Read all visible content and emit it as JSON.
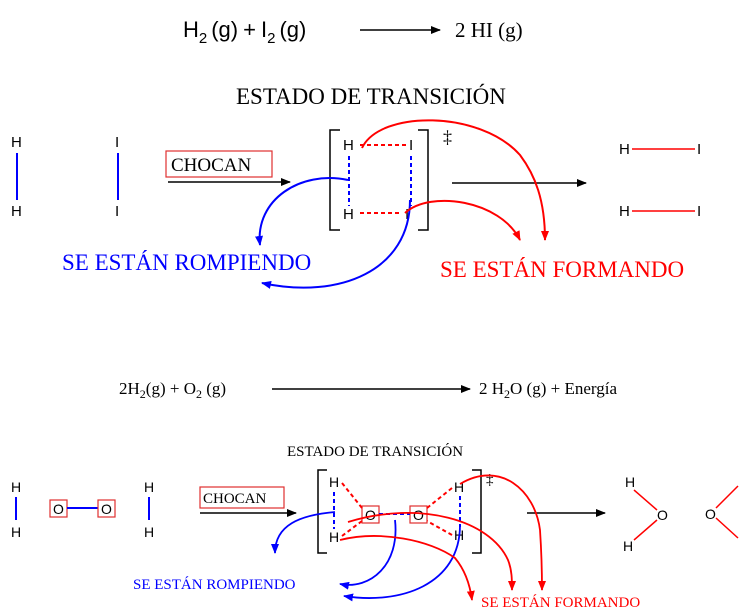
{
  "colors": {
    "black": "#000000",
    "blue": "#0000ff",
    "red": "#ff0000"
  },
  "reaction1": {
    "reactants": {
      "a_base": "H",
      "a_sub": "2",
      "a_phase": "(g)",
      "plus": "+",
      "b_base": "I",
      "b_sub": "2",
      "b_phase": "(g)"
    },
    "product": "2 HI (g)",
    "ts_title": "ESTADO DE TRANSICIÓN",
    "chocan_label": "CHOCAN",
    "breaking_label": "SE ESTÁN ROMPIENDO",
    "forming_label": "SE ESTÁN FORMANDO",
    "dagger": "‡",
    "atoms": {
      "h": "H",
      "i": "I"
    }
  },
  "reaction2": {
    "equation": {
      "coef1": "2H",
      "sub1": "2",
      "phase1": "(g) + O",
      "sub2": "2",
      "phase2": " (g)",
      "product_coef": "2 H",
      "product_sub": "2",
      "product_rest": "O (g) + Energía"
    },
    "ts_title": "ESTADO DE TRANSICIÓN",
    "chocan_label": "CHOCAN",
    "breaking_label": "SE ESTÁN ROMPIENDO",
    "forming_label": "SE ESTÁN FORMANDO",
    "dagger": "‡",
    "atoms": {
      "h": "H",
      "o": "O"
    }
  }
}
